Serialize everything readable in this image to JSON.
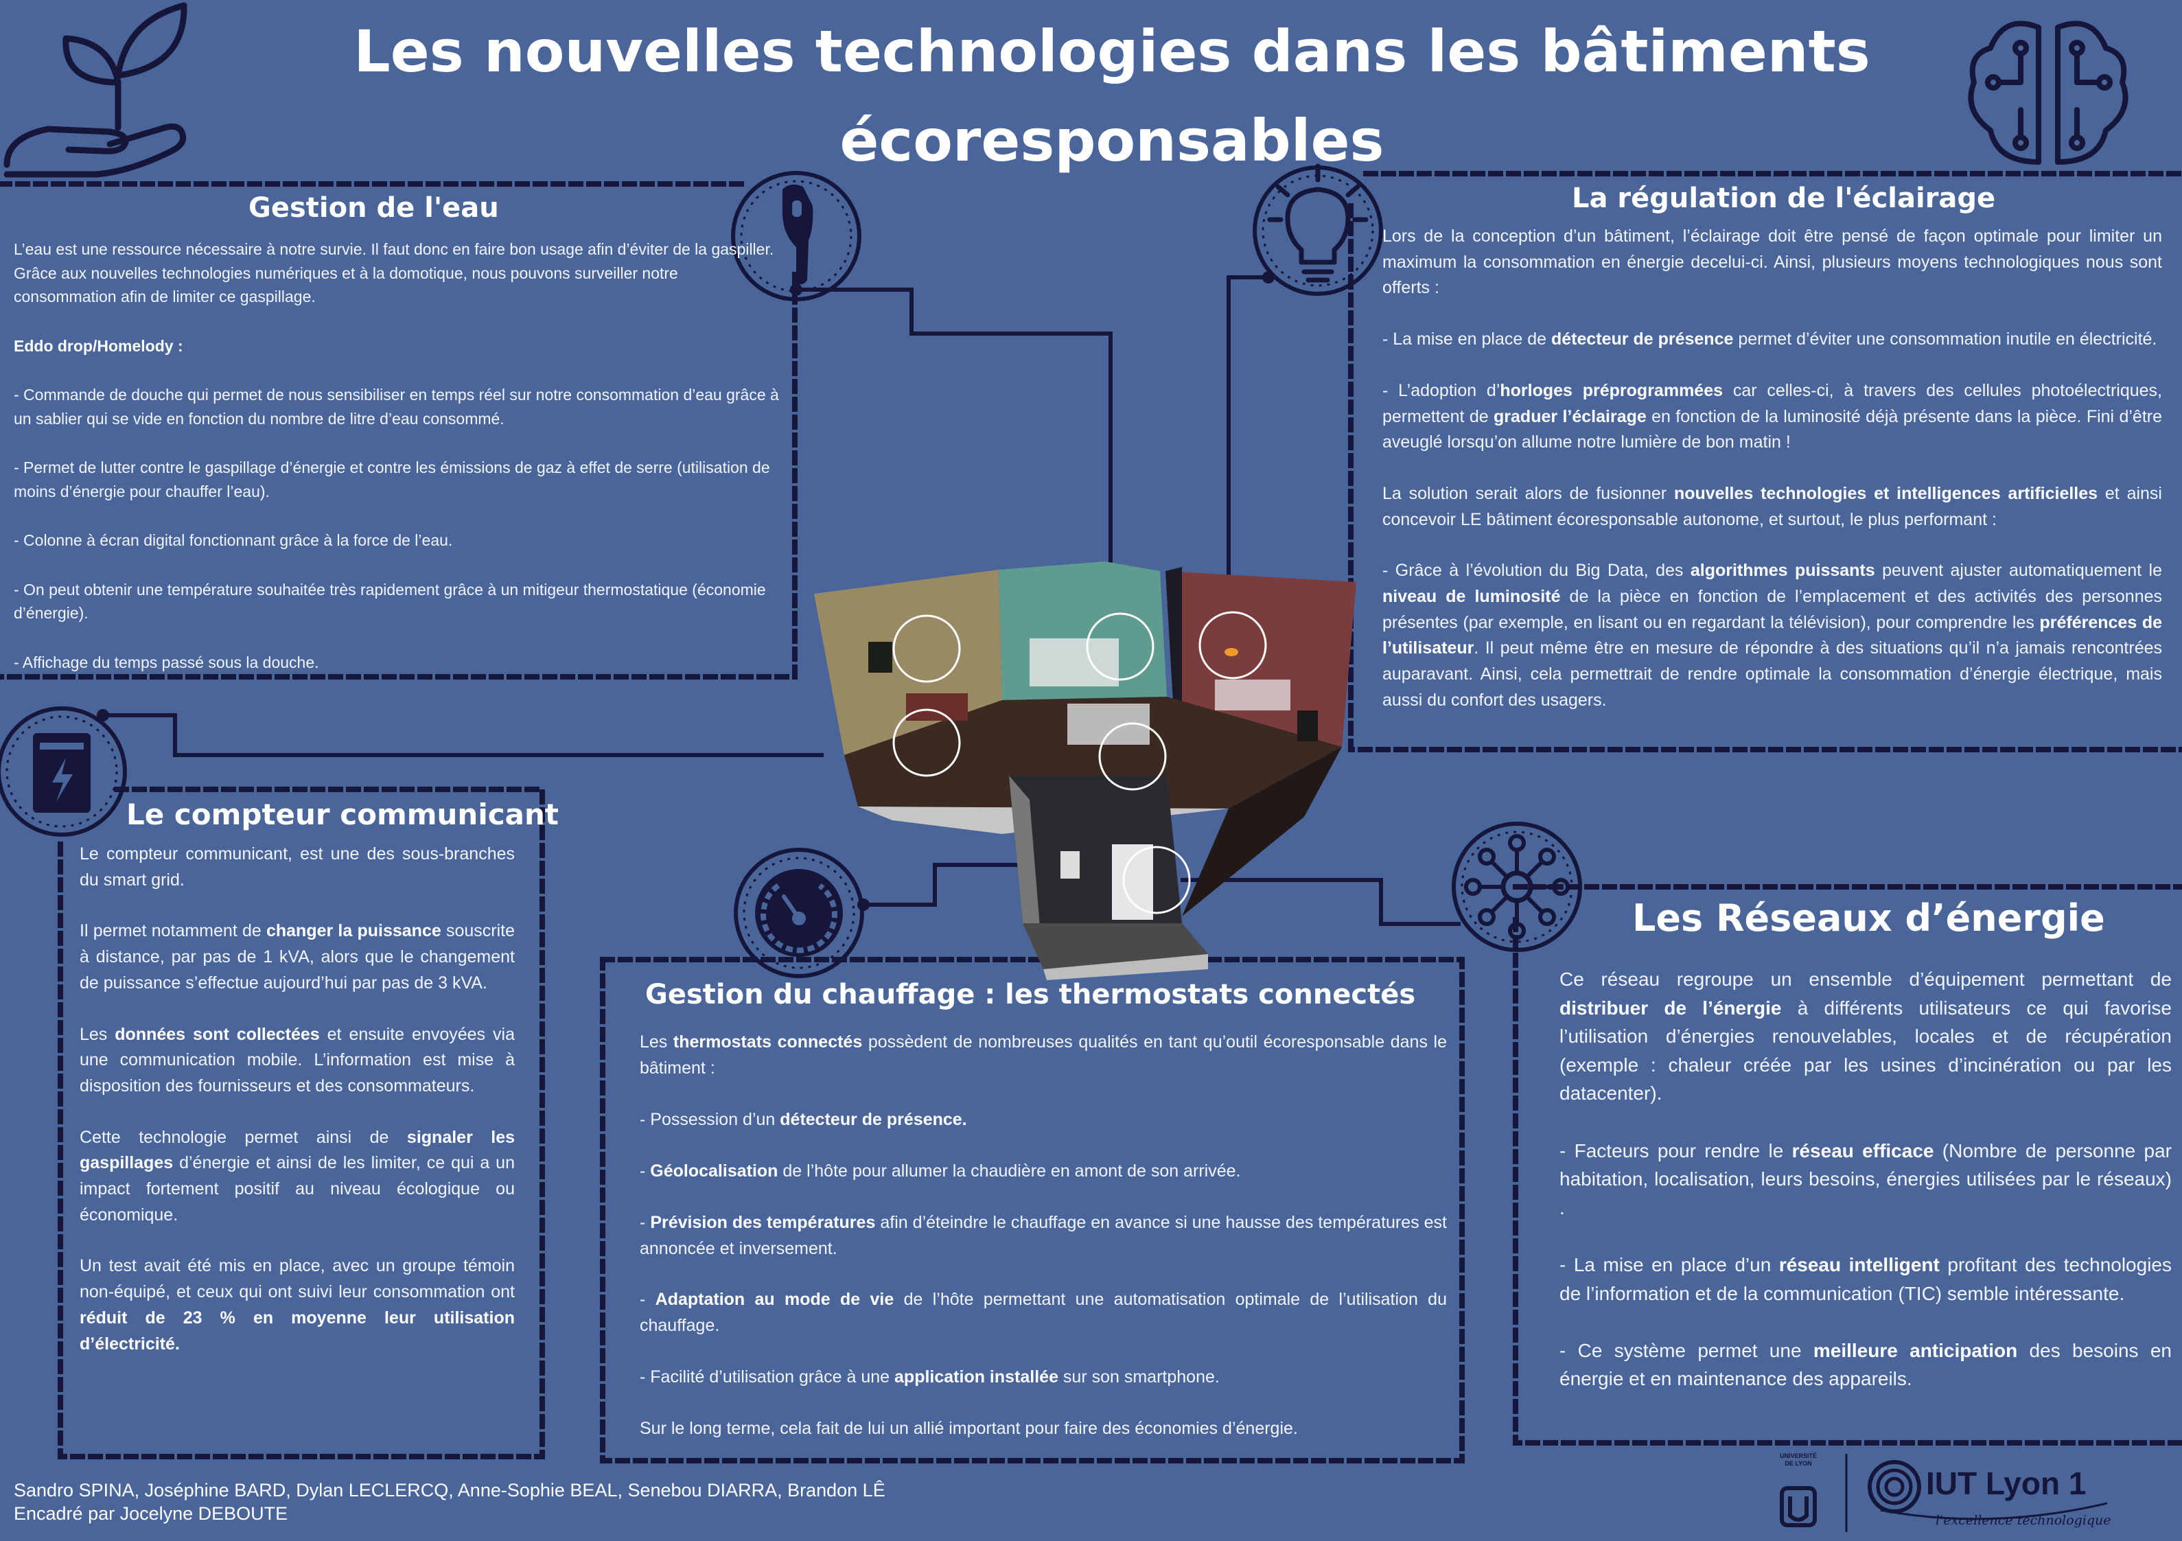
{
  "title": {
    "line1": "Les nouvelles technologies dans les bâtiments",
    "line2": "écoresponsables"
  },
  "eau": {
    "title": "Gestion de l'eau",
    "intro": "L’eau est une ressource nécessaire à notre survie. Il faut donc en faire bon usage afin d’éviter de la gaspiller. Grâce aux nouvelles technologies numériques et à la domotique, nous pouvons surveiller notre consommation afin de limiter ce gaspillage.",
    "subtitle": "Eddo drop/Homelody :",
    "items": [
      "-  Commande de douche qui permet de nous sensibiliser en temps réel sur notre consommation d’eau grâce à un sablier qui se vide en fonction du nombre de litre d’eau consommé.",
      "-  Permet de lutter contre le gaspillage d’énergie et contre les émissions de gaz à effet de serre (utilisation de moins d’énergie pour chauffer l’eau).",
      "-  Colonne à écran digital fonctionnant grâce à la force de l’eau.",
      "-  On peut obtenir une température souhaitée très rapidement grâce à un mitigeur thermostatique (économie d’énergie).",
      "-  Affichage du temps passé sous la douche."
    ]
  },
  "eclairage": {
    "title": "La régulation de l'éclairage",
    "p1": "Lors de la conception d’un bâtiment, l’éclairage doit être pensé de façon optimale pour limiter un maximum la consommation en énergie decelui-ci. Ainsi, plusieurs moyens technologiques nous sont offerts :",
    "p2_a": "-     La mise en place de ",
    "p2_b": "détecteur de présence",
    "p2_c": " permet d’éviter une consommation inutile en électricité.",
    "p3_a": "-     L’adoption d’",
    "p3_b": "horloges préprogrammées",
    "p3_c": " car celles-ci, à travers des cellules photoélectriques, permettent de ",
    "p3_d": "graduer l’éclairage",
    "p3_e": " en fonction de la luminosité déjà présente dans la pièce. Fini d’être aveuglé lorsqu’on allume notre lumière de bon matin !",
    "p4_a": "La solution serait alors de fusionner ",
    "p4_b": "nouvelles technologies et intelligences artificielles",
    "p4_c": " et ainsi concevoir LE bâtiment écoresponsable autonome, et surtout, le plus performant :",
    "p5_a": "-     Grâce à l’évolution du Big Data, des ",
    "p5_b": "algorithmes puissants",
    "p5_c": " peuvent ajuster automatiquement le ",
    "p5_d": "niveau de luminosité",
    "p5_e": " de la pièce en fonction de l’emplacement et des activités des personnes présentes (par exemple, en lisant ou en regardant la télévision), pour comprendre les ",
    "p5_f": "préférences de l’utilisateur",
    "p5_g": ". Il peut même être en mesure de répondre à des situations qu’il n’a jamais rencontrées auparavant. Ainsi, cela permettrait de rendre optimale la consommation d’énergie électrique, mais aussi du confort des usagers."
  },
  "compteur": {
    "title": "Le compteur communicant",
    "p1": "Le compteur communicant, est une des sous-branches du smart grid.",
    "p2_a": "Il permet notamment de ",
    "p2_b": "changer la puissance",
    "p2_c": " souscrite à distance, par pas de 1 kVA, alors que le changement de puissance s’effectue aujourd’hui par pas de 3 kVA.",
    "p3_a": "Les ",
    "p3_b": "données sont collectées",
    "p3_c": " et ensuite envoyées via une communication mobile. L’information est mise à disposition des fournisseurs et des consommateurs.",
    "p4_a": "Cette technologie permet ainsi de ",
    "p4_b": "signaler les gaspillages",
    "p4_c": " d’énergie et ainsi de les limiter, ce qui a un impact fortement positif au niveau écologique ou économique.",
    "p5_a": "Un test avait été mis en place, avec un groupe témoin non-équipé, et ceux qui ont suivi leur consommation ont ",
    "p5_b": "réduit de 23 % en moyenne leur utilisation d’électricité."
  },
  "chauffage": {
    "title": "Gestion du chauffage : les thermostats connectés",
    "p1_a": "Les ",
    "p1_b": "thermostats connectés",
    "p1_c": " possèdent de nombreuses qualités en tant qu’outil écoresponsable dans le bâtiment :",
    "p2_a": "- Possession d’un ",
    "p2_b": "détecteur de présence.",
    "p3_a": "- ",
    "p3_b": "Géolocalisation",
    "p3_c": " de l’hôte pour allumer la chaudière en amont de son arrivée.",
    "p4_a": "- ",
    "p4_b": "Prévision des températures",
    "p4_c": " afin d’éteindre le chauffage en avance si une hausse des températures est annoncée et inversement.",
    "p5_a": "- ",
    "p5_b": "Adaptation au mode de vie",
    "p5_c": " de l’hôte permettant une automatisation optimale de l’utilisation du chauffage.",
    "p6_a": "- Facilité d’utilisation grâce à une ",
    "p6_b": "application installée",
    "p6_c": " sur son smartphone.",
    "p7": "Sur le long terme, cela fait de lui un allié important pour faire des économies d’énergie."
  },
  "reseaux": {
    "title": "Les Réseaux d’énergie",
    "p1_a": "Ce réseau regroupe un ensemble d’équipement permettant de ",
    "p1_b": "distribuer de l’énergie",
    "p1_c": " à différents utilisateurs ce qui favorise l’utilisation d’énergies renouvelables, locales et de récupération (exemple : chaleur créée par les usines d’incinération ou par les datacenter).",
    "p2_a": "-   Facteurs pour rendre le ",
    "p2_b": "réseau efficace",
    "p2_c": " (Nombre de personne par habitation, localisation, leurs besoins, énergies utilisées par le réseaux) .",
    "p3_a": "-   La mise en place d’un ",
    "p3_b": "réseau intelligent",
    "p3_c": " profitant des technologies de l’information et de la communication (TIC) semble intéressante.",
    "p4_a": "-   Ce système permet une ",
    "p4_b": "meilleure anticipation",
    "p4_c": " des besoins en énergie et en maintenance des appareils."
  },
  "footer": {
    "authors": "Sandro SPINA, Joséphine BARD, Dylan LECLERCQ, Anne-Sophie BEAL, Senebou DIARRA, Brandon LÊ",
    "supervisor": "Encadré par Jocelyne DEBOUTE"
  },
  "logos": {
    "univ_line1": "UNIVERSITÉ",
    "univ_line2": "DE LYON",
    "iut_name": "IUT Lyon 1",
    "iut_tagline": "l'excellence technologique"
  },
  "icons": [
    "plant-hand-icon",
    "brain-circuit-icon",
    "shower-head-icon",
    "light-bulb-icon",
    "electric-meter-icon",
    "thermostat-icon",
    "network-icon"
  ],
  "colors": {
    "background": "#4a659a",
    "ink": "#16163a",
    "text": "#ffffff"
  }
}
